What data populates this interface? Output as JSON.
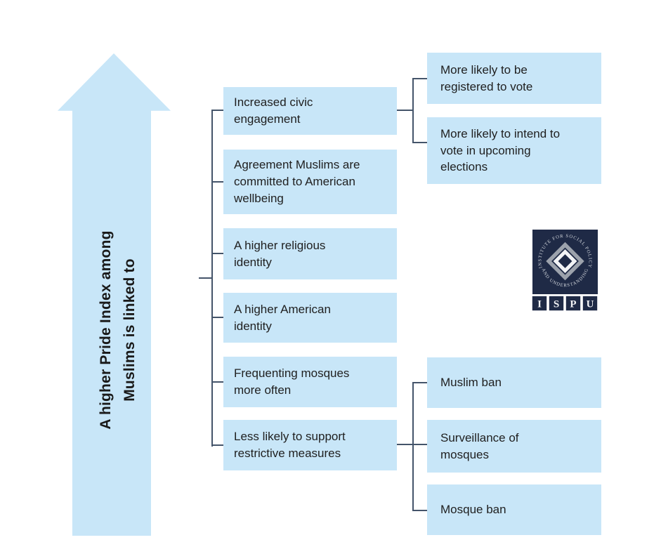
{
  "arrow": {
    "label": "A higher Pride Index among\nMuslims is linked to"
  },
  "linked_factors": [
    {
      "label": "Increased civic\nengagement"
    },
    {
      "label": "Agreement Muslims are\ncommitted to American\nwellbeing"
    },
    {
      "label": "A higher religious\nidentity"
    },
    {
      "label": "A higher American\nidentity"
    },
    {
      "label": "Frequenting mosques\nmore often"
    },
    {
      "label": "Less likely to support\nrestrictive measures"
    }
  ],
  "civic_engagement_outcomes": [
    {
      "label": "More likely to be\nregistered to vote"
    },
    {
      "label": "More likely to intend to\nvote in upcoming\nelections"
    }
  ],
  "restrictive_measures": [
    {
      "label": "Muslim ban"
    },
    {
      "label": "Surveillance of\nmosques"
    },
    {
      "label": "Mosque ban"
    }
  ],
  "logo": {
    "arc_top": "INSTITUTE FOR SOCIAL POLICY",
    "arc_bottom": "AND UNDERSTANDING",
    "acronym": [
      "I",
      "S",
      "P",
      "U"
    ]
  },
  "colors": {
    "box_fill": "#c8e6f8",
    "connector": "#44546a",
    "text": "#1f1f1f",
    "logo_navy": "#1f2a46",
    "logo_diamond_gray": "#9ca2ac",
    "logo_letter_white": "#f2f3f5"
  }
}
